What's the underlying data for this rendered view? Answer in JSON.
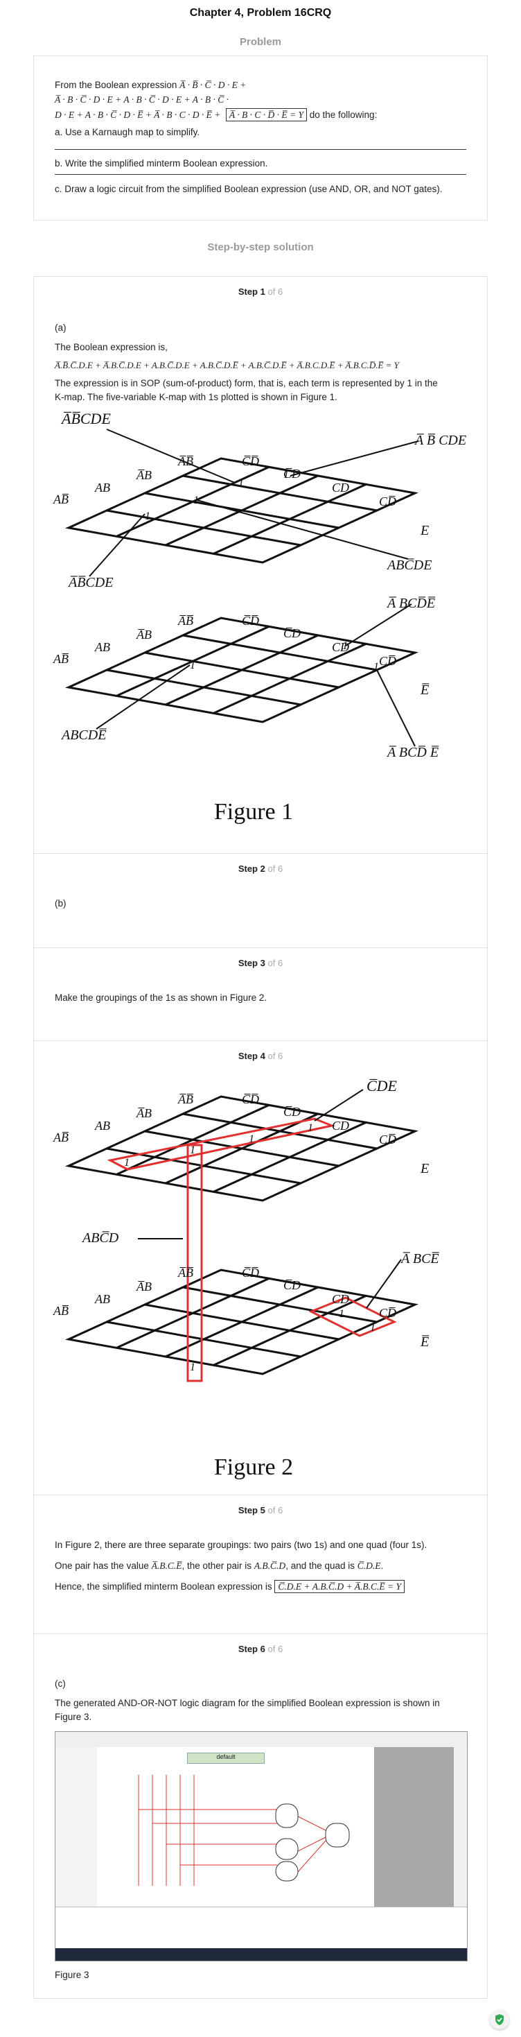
{
  "header": {
    "title": "Chapter 4, Problem 16CRQ",
    "problem_heading": "Problem"
  },
  "problem": {
    "intro": "From the Boolean expression",
    "expr_line1": "A̅ · B̅ · C̅ · D · E +",
    "expr_line2": "A̅ · B · C̅ · D · E + A · B · C̅ · D · E + A · B · C̅ ·",
    "expr_line3": "D · E + A · B · C̅ · D · E̅ + A̅ · B · C · D · E̅ +",
    "expr_boxed": "A̅ · B · C · D̅ · E̅ = Y",
    "suffix": "do the following:",
    "part_a": "a. Use a Karnaugh map to simplify.",
    "part_b": "b. Write the simplified minterm Boolean expression.",
    "part_c": "c. Draw a logic circuit from the simplified Boolean expression (use AND, OR, and NOT gates)."
  },
  "solution_heading": "Step-by-step solution",
  "steps": [
    {
      "num": "1",
      "total": "of 6",
      "label": "Step"
    },
    {
      "num": "2",
      "total": "of 6",
      "label": "Step"
    },
    {
      "num": "3",
      "total": "of 6",
      "label": "Step"
    },
    {
      "num": "4",
      "total": "of 6",
      "label": "Step"
    },
    {
      "num": "5",
      "total": "of 6",
      "label": "Step"
    },
    {
      "num": "6",
      "total": "of 6",
      "label": "Step"
    }
  ],
  "step1": {
    "part": "(a)",
    "line1": "The Boolean expression is,",
    "equation": "A̅.B̅.C̅.D.E + A̅.B.C̅.D.E + A.B.C̅.D.E + A.B.C̅.D.E̅ + A.B.C̅.D.E̅ + A̅.B.C.D.E̅ + A̅.B.C.D̅.E̅ = Y",
    "line2": "The expression is in SOP (sum-of-product) form, that is, each term is represented by 1 in the",
    "line3": "K-map. The five-variable K-map with 1s plotted is shown in Figure 1.",
    "fig": {
      "caption": "Figure 1",
      "top_label_1": "A̅B̅CDE",
      "top_label_2": "A̅B̅CDE",
      "top_label_3": "A̅ B̅ CDE",
      "top_label_4": "ABC̅DE",
      "bottom_label_1": "A̅ BCD̅E̅",
      "bottom_label_2": "ABCDE̅",
      "bottom_label_3": "A̅ BCD̅ E̅",
      "row_ab": [
        "AB̅",
        "AB",
        "A̅B",
        "A̅B̅"
      ],
      "col_cd": [
        "C̅D̅",
        "C̅D",
        "CD",
        "CD̅"
      ],
      "layer_e": "E",
      "layer_ebar": "E̅",
      "one": "1"
    }
  },
  "step2": {
    "part": "(b)"
  },
  "step3": {
    "text": "Make the groupings of the 1s as shown in Figure 2."
  },
  "step4": {
    "fig": {
      "caption": "Figure 2",
      "label_cde": "C̅DE",
      "label_abcd": "ABC̅D",
      "label_abce": "A̅ BCE̅",
      "one": "1"
    }
  },
  "step5": {
    "line1": "In Figure 2, there are three separate groupings: two pairs (two 1s) and one quad (four 1s).",
    "line2a": "One pair has the value",
    "pair1": "A̅.B.C.E̅",
    "line2b": ", the other pair is",
    "pair2": "A.B.C̅.D",
    "line2c": ", and the quad is",
    "quad": "C̅.D.E",
    "line2d": ".",
    "line3": "Hence, the simplified minterm Boolean expression is",
    "result": "C̅.D.E + A.B.C̅.D + A̅.B.C.E̅ = Y"
  },
  "step6": {
    "part": "(c)",
    "line1": "The generated AND-OR-NOT logic diagram for the simplified Boolean expression is shown in",
    "line2": "Figure 3.",
    "caption": "Figure 3",
    "canvas_label": "default"
  },
  "colors": {
    "accent_red": "#e03030",
    "muted": "#9a9a9a",
    "border": "#e2e2e2",
    "shield": "#2eaa55"
  }
}
